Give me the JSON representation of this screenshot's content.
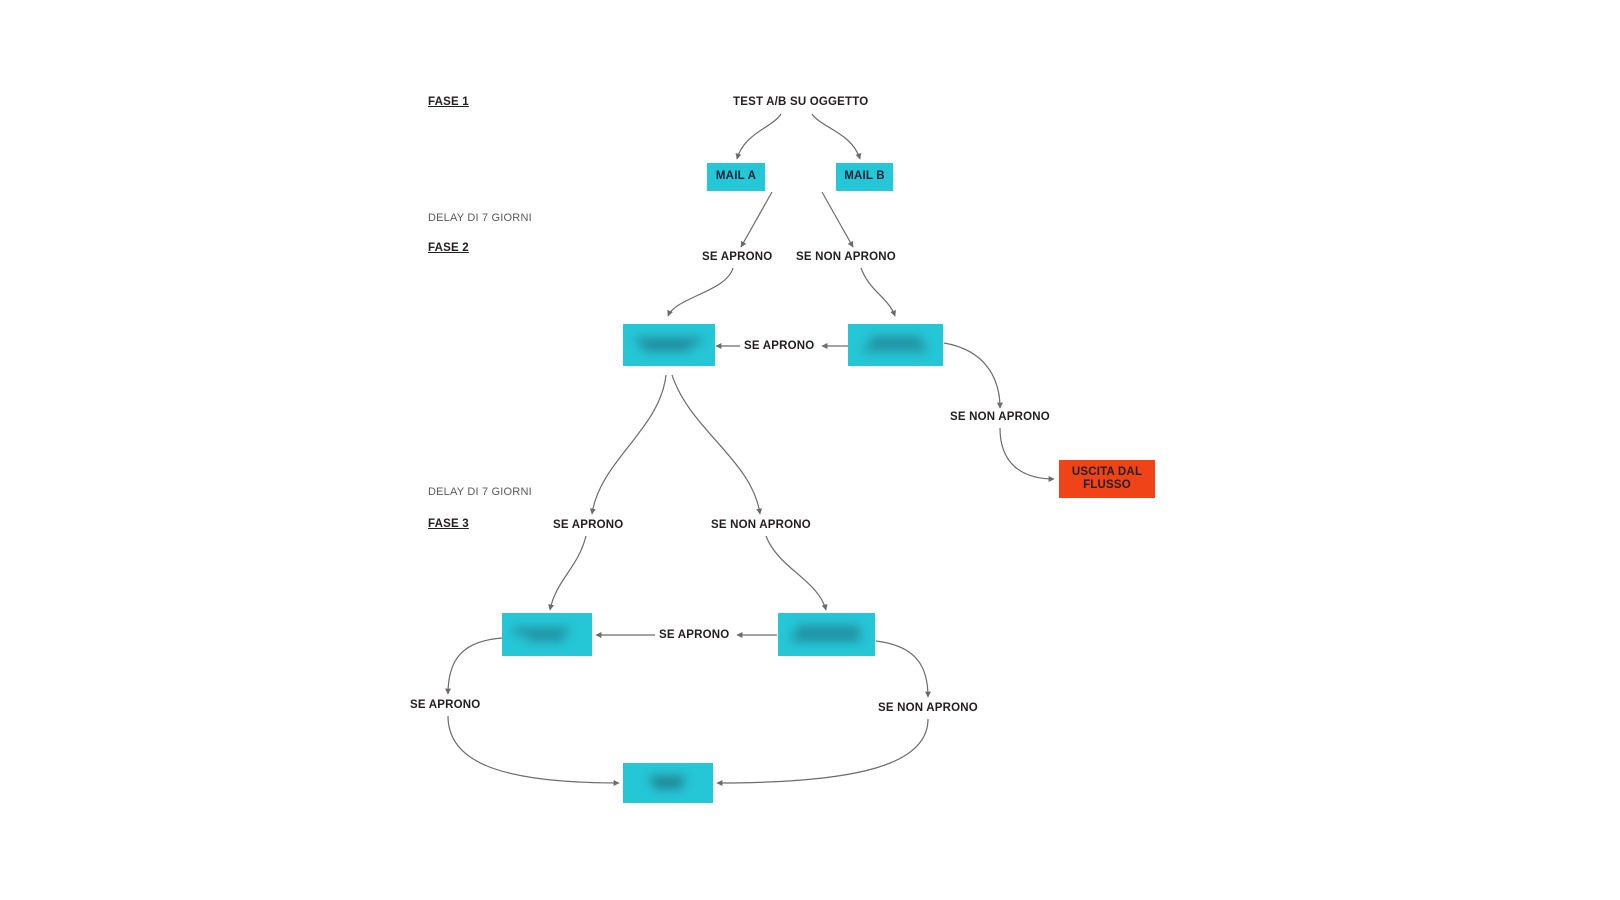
{
  "diagram": {
    "title": "TEST A/B SU OGGETTO",
    "background_color": "#ffffff",
    "node_color_teal": "#25C6D6",
    "node_color_red": "#F04318",
    "text_color": "#231f20",
    "connector_color": "#6b6b6b"
  },
  "phases": [
    {
      "id": "fase1",
      "label": "FASE 1"
    },
    {
      "id": "fase2",
      "label": "FASE 2"
    },
    {
      "id": "fase3",
      "label": "FASE 3"
    }
  ],
  "delays": [
    {
      "id": "delay1",
      "label": "DELAY DI 7 GIORNI"
    },
    {
      "id": "delay2",
      "label": "DELAY DI 7 GIORNI"
    }
  ],
  "nodes": [
    {
      "id": "mail_a",
      "label": "MAIL A",
      "kind": "teal",
      "redacted": false
    },
    {
      "id": "mail_b",
      "label": "MAIL B",
      "kind": "teal",
      "redacted": false
    },
    {
      "id": "f2_left",
      "label": "",
      "kind": "teal",
      "redacted": true
    },
    {
      "id": "f2_right",
      "label": "",
      "kind": "teal",
      "redacted": true
    },
    {
      "id": "f3_left",
      "label": "",
      "kind": "teal",
      "redacted": true
    },
    {
      "id": "f3_right",
      "label": "",
      "kind": "teal",
      "redacted": true
    },
    {
      "id": "f3_bottom",
      "label": "",
      "kind": "teal",
      "redacted": true
    },
    {
      "id": "exit",
      "label": "USCITA DAL FLUSSO",
      "kind": "red",
      "redacted": false
    }
  ],
  "edge_labels": [
    {
      "id": "e1",
      "label": "SE APRONO"
    },
    {
      "id": "e2",
      "label": "SE NON APRONO"
    },
    {
      "id": "e3",
      "label": "SE APRONO"
    },
    {
      "id": "e4",
      "label": "SE NON APRONO"
    },
    {
      "id": "e5",
      "label": "SE APRONO"
    },
    {
      "id": "e6",
      "label": "SE NON APRONO"
    },
    {
      "id": "e7",
      "label": "SE APRONO"
    },
    {
      "id": "e8",
      "label": "SE APRONO"
    },
    {
      "id": "e9",
      "label": "SE NON APRONO"
    }
  ]
}
